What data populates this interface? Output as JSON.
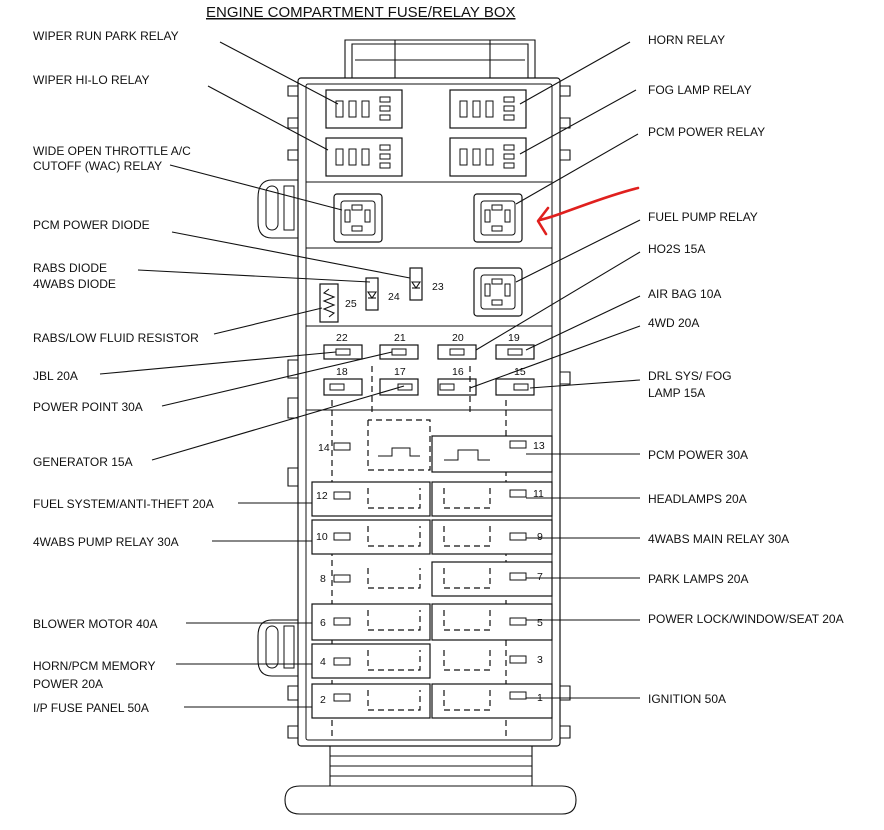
{
  "title": "ENGINE COMPARTMENT FUSE/RELAY BOX",
  "left_labels": [
    {
      "id": "wiper-run-park",
      "lines": [
        "WIPER RUN PARK   RELAY"
      ]
    },
    {
      "id": "wiper-hi-lo",
      "lines": [
        "WIPER HI-LO   RELAY"
      ]
    },
    {
      "id": "wac",
      "lines": [
        "WIDE OPEN THROTTLE A/C",
        "CUTOFF (WAC)   RELAY"
      ]
    },
    {
      "id": "pcm-power-diode",
      "lines": [
        "PCM POWER DIODE"
      ]
    },
    {
      "id": "rabs-diode",
      "lines": [
        "RABS DIODE",
        "4WABS DIODE"
      ]
    },
    {
      "id": "rabs-resistor",
      "lines": [
        "RABS/LOW FLUID RESISTOR"
      ]
    },
    {
      "id": "jbl",
      "lines": [
        "JBL 20A"
      ]
    },
    {
      "id": "power-point",
      "lines": [
        "POWER POINT 30A"
      ]
    },
    {
      "id": "generator",
      "lines": [
        "GENERATOR 15A"
      ]
    },
    {
      "id": "fuel-system",
      "lines": [
        "FUEL SYSTEM/ANTI-THEFT 20A"
      ]
    },
    {
      "id": "4wabs-pump",
      "lines": [
        "4WABS PUMP RELAY  30A"
      ]
    },
    {
      "id": "blower",
      "lines": [
        "BLOWER MOTOR 40A"
      ]
    },
    {
      "id": "horn-pcm-memory",
      "lines": [
        "HORN/PCM MEMORY",
        "POWER 20A"
      ]
    },
    {
      "id": "ip-fuse-panel",
      "lines": [
        "I/P FUSE PANEL 50A"
      ]
    }
  ],
  "right_labels": [
    {
      "id": "horn-relay",
      "lines": [
        "HORN  RELAY"
      ]
    },
    {
      "id": "fog-lamp-relay",
      "lines": [
        "FOG LAMP RELAY"
      ]
    },
    {
      "id": "pcm-power-relay",
      "lines": [
        "PCM POWER RELAY"
      ]
    },
    {
      "id": "fuel-pump-relay",
      "lines": [
        "FUEL PUMP RELAY"
      ]
    },
    {
      "id": "ho2s",
      "lines": [
        "HO2S 15A"
      ]
    },
    {
      "id": "air-bag",
      "lines": [
        "AIR BAG 10A"
      ]
    },
    {
      "id": "4wd",
      "lines": [
        "4WD 20A"
      ]
    },
    {
      "id": "drl",
      "lines": [
        "DRL SYS/ FOG",
        "LAMP 15A"
      ]
    },
    {
      "id": "pcm-power",
      "lines": [
        "PCM POWER 30A"
      ]
    },
    {
      "id": "headlamps",
      "lines": [
        "HEADLAMPS 20A"
      ]
    },
    {
      "id": "4wabs-main",
      "lines": [
        "4WABS MAIN RELAY  30A"
      ]
    },
    {
      "id": "park-lamps",
      "lines": [
        "PARK LAMPS 20A"
      ]
    },
    {
      "id": "power-lock",
      "lines": [
        "POWER LOCK/WINDOW/SEAT 20A"
      ]
    },
    {
      "id": "ignition",
      "lines": [
        "IGNITION 50A"
      ]
    }
  ],
  "positions": [
    "1",
    "2",
    "3",
    "4",
    "5",
    "6",
    "7",
    "8",
    "9",
    "10",
    "11",
    "12",
    "13",
    "14",
    "15",
    "16",
    "17",
    "18",
    "19",
    "20",
    "21",
    "22",
    "23",
    "24",
    "25"
  ],
  "annotation": {
    "color": "#e0201e",
    "description": "red-arrow"
  }
}
